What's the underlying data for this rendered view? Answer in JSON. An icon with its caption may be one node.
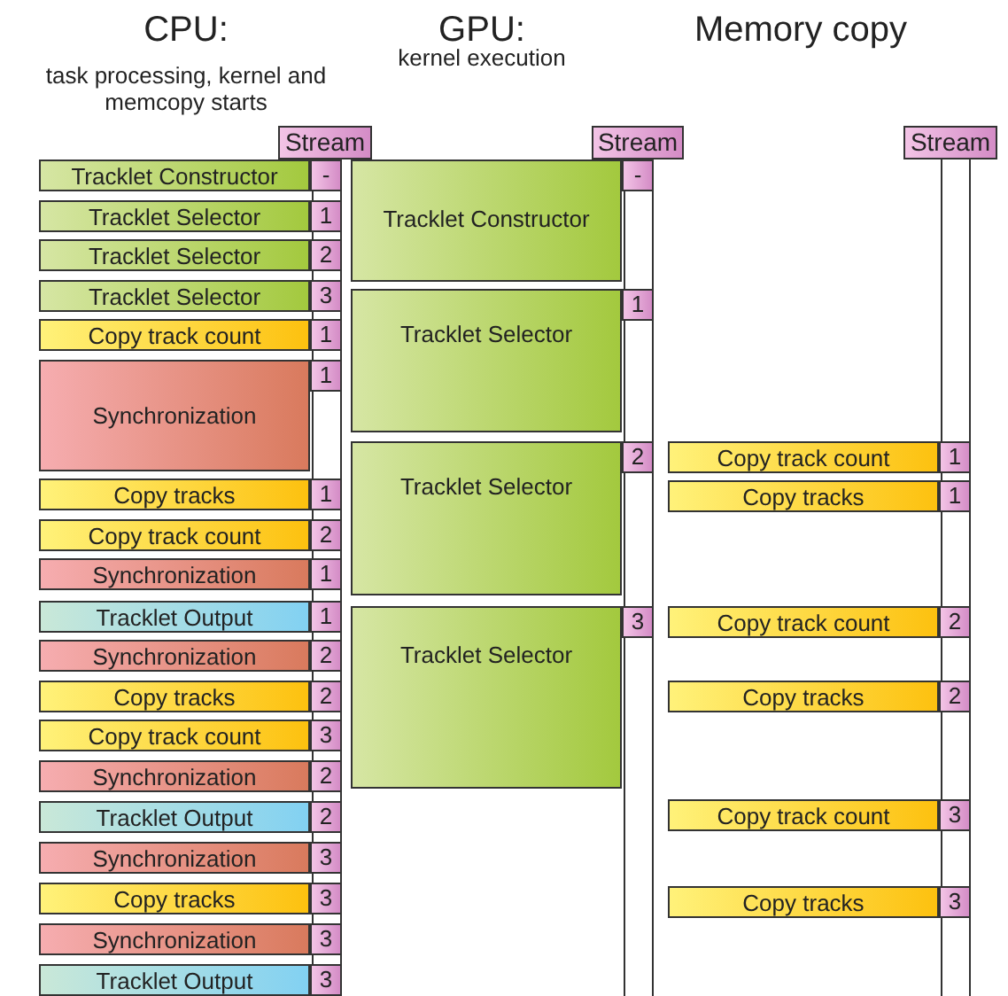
{
  "diagram": {
    "nodes": [
      {
        "text": [
          "Tracklet Constructor"
        ],
        "beside": [
          "-"
        ]
      },
      {
        "text": [
          "Tracklet Selector"
        ],
        "beside": [
          "1"
        ]
      },
      {
        "text": [
          "Tracklet Selector"
        ],
        "beside": [
          "2"
        ]
      },
      {
        "text": [
          "Tracklet Selector"
        ],
        "beside": [
          "3"
        ]
      },
      {
        "text": [
          "Copy track count"
        ],
        "beside": [
          "1"
        ]
      },
      {
        "text": [
          "Synchronization"
        ],
        "beside": [
          "1"
        ]
      },
      {
        "text": [
          "Copy tracks"
        ],
        "beside": [
          "1"
        ]
      },
      {
        "text": [
          "Copy track count"
        ],
        "beside": [
          "2"
        ]
      },
      {
        "text": [
          "Synchronization"
        ],
        "beside": [
          "1"
        ]
      },
      {
        "text": [
          "Tracklet Output"
        ],
        "beside": [
          "1"
        ]
      },
      {
        "text": [
          "Synchronization"
        ],
        "beside": [
          "2"
        ]
      },
      {
        "text": [
          "Copy tracks"
        ],
        "beside": [
          "2"
        ]
      },
      {
        "text": [
          "Copy track count"
        ],
        "beside": [
          "3"
        ]
      },
      {
        "text": [
          "Synchronization"
        ],
        "beside": [
          "2"
        ]
      },
      {
        "text": [
          "Tracklet Output"
        ],
        "beside": [
          "2"
        ]
      },
      {
        "text": [
          "Synchronization"
        ],
        "beside": [
          "3"
        ]
      },
      {
        "text": [
          "Copy tracks"
        ],
        "beside": [
          "3"
        ]
      },
      {
        "text": [
          "Synchronization"
        ],
        "beside": [
          "3"
        ]
      },
      {
        "text": [
          "Tracklet Output"
        ],
        "beside": [
          "3"
        ]
      },
      {
        "text": [
          "Tracklet Constructor"
        ],
        "beside": [
          "-"
        ]
      },
      {
        "text": [
          "Tracklet Selector"
        ],
        "beside": [
          "1"
        ]
      },
      {
        "text": [
          "Tracklet Selector"
        ],
        "beside": [
          "2"
        ]
      },
      {
        "text": [
          "Tracklet Selector"
        ],
        "beside": [
          "3"
        ]
      },
      {
        "text": [
          "Copy track count"
        ],
        "beside": [
          "1"
        ]
      },
      {
        "text": [
          "Copy tracks"
        ],
        "beside": [
          "1"
        ]
      },
      {
        "text": [
          "Copy track count"
        ],
        "beside": [
          "2"
        ]
      },
      {
        "text": [
          "Copy tracks"
        ],
        "beside": [
          "2"
        ]
      },
      {
        "text": [
          "Copy track count"
        ],
        "beside": [
          "3"
        ]
      },
      {
        "text": [
          "Copy tracks"
        ],
        "beside": [
          "3"
        ]
      }
    ],
    "labels": [
      "CPU:",
      "task processing, kernel and memcopy starts",
      "GPU:",
      "kernel execution",
      "Memory copy",
      "Stream",
      "Stream",
      "Stream"
    ]
  }
}
